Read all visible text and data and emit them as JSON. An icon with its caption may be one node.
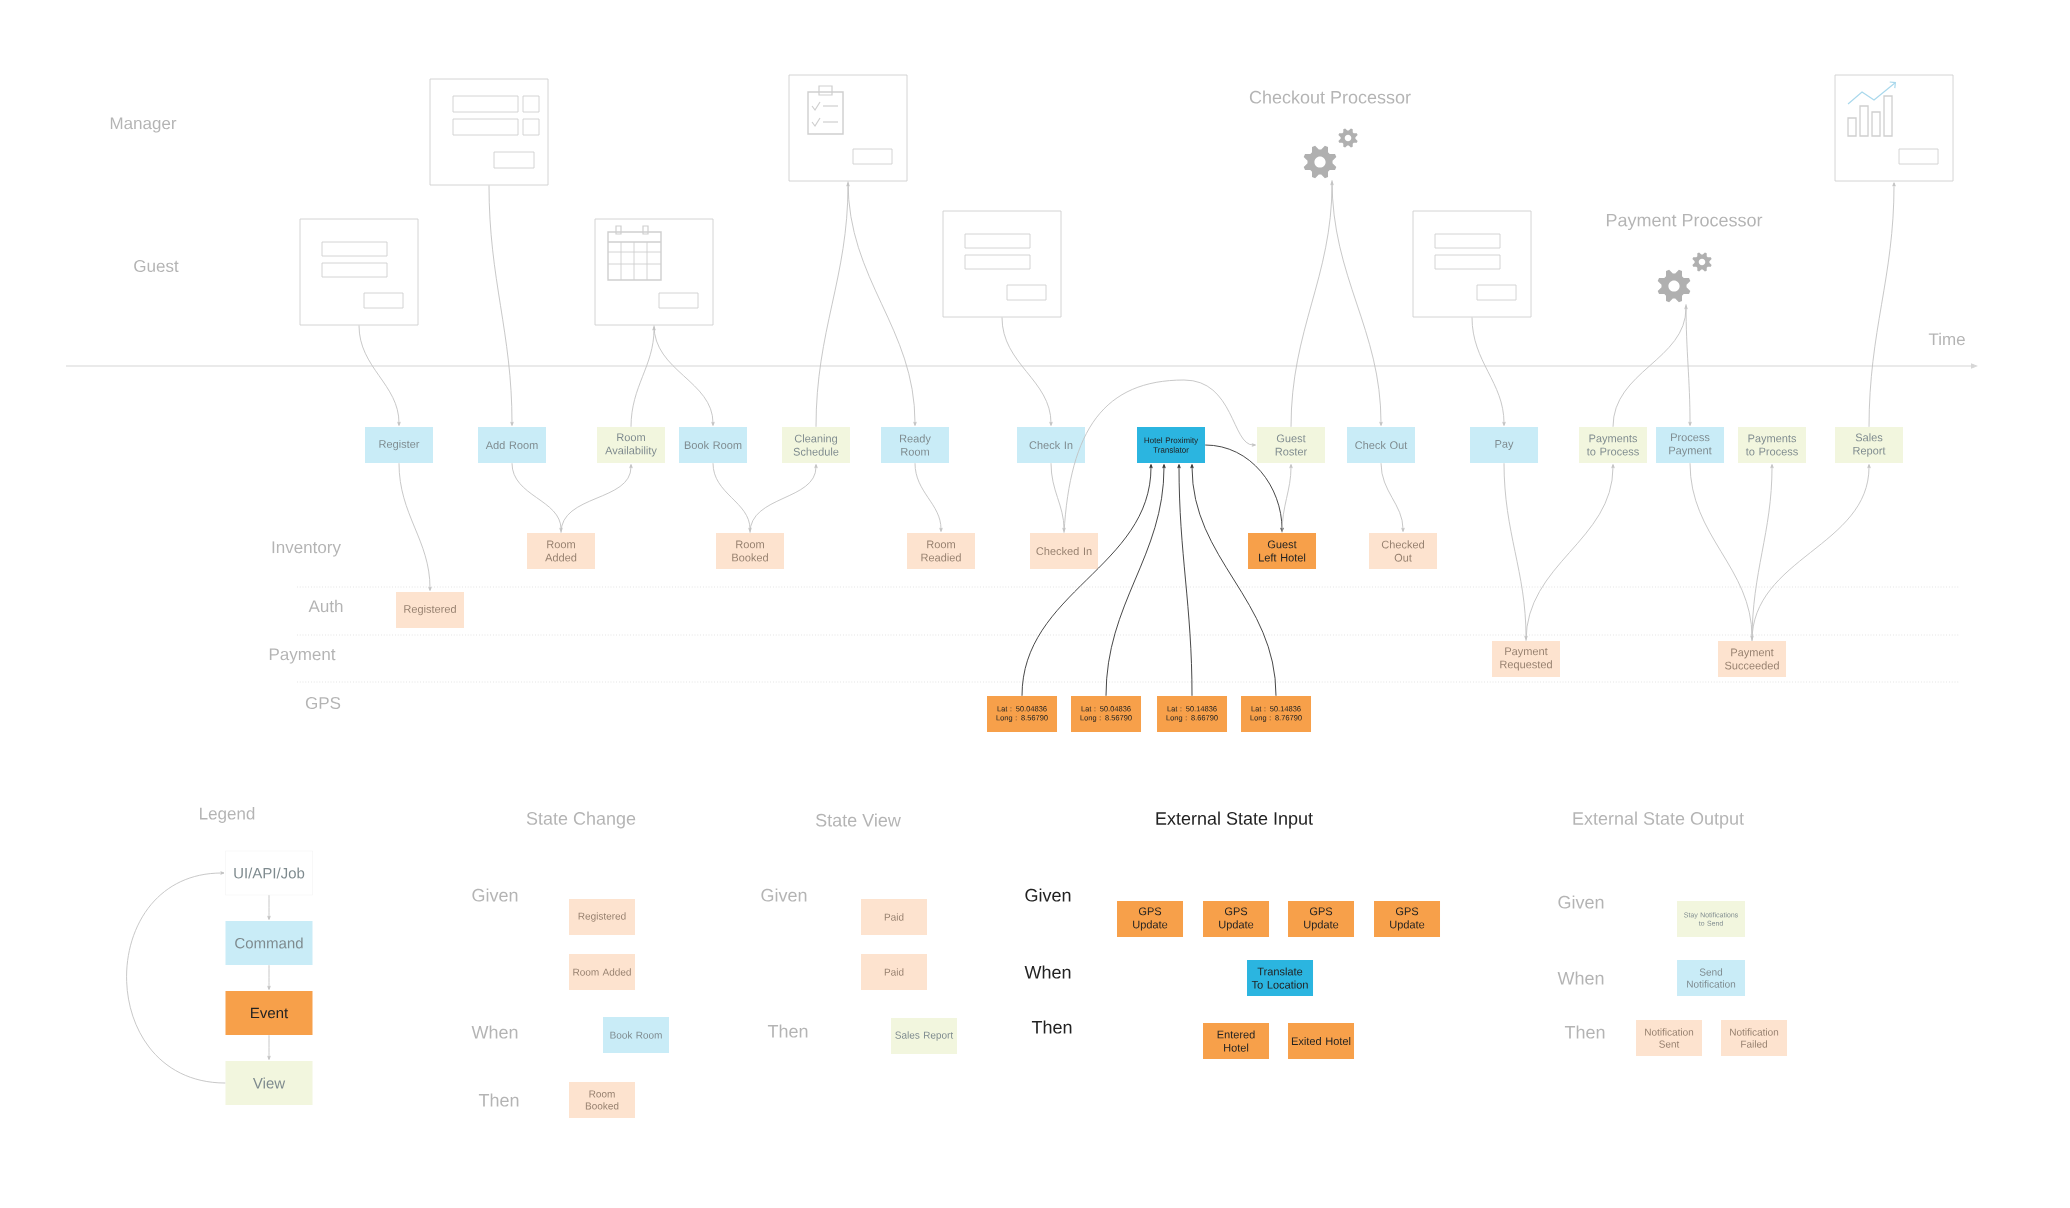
{
  "diagram": {
    "nodes": [
      {
        "text": [],
        "shape": "picture"
      },
      {
        "text": [],
        "shape": "picture"
      },
      {
        "text": [
          "Checkout Processor"
        ]
      },
      {
        "text": [],
        "shape": "picture"
      },
      {
        "text": [],
        "shape": "picture"
      },
      {
        "text": [],
        "shape": "picture"
      },
      {
        "text": [],
        "shape": "picture"
      },
      {
        "text": [],
        "shape": "picture"
      },
      {
        "text": [
          "Payment Processor"
        ]
      },
      {
        "text": [
          "Register"
        ]
      },
      {
        "text": [
          "Add Room"
        ]
      },
      {
        "text": [
          "Room Availability"
        ]
      },
      {
        "text": [
          "Book Room"
        ]
      },
      {
        "text": [
          "Cleaning Schedule"
        ]
      },
      {
        "text": [
          "Ready Room"
        ]
      },
      {
        "text": [
          "Check In"
        ]
      },
      {
        "text": [
          "Hotel Proximity Translator"
        ]
      },
      {
        "text": [
          "Guest Roster"
        ]
      },
      {
        "text": [
          "Check Out"
        ]
      },
      {
        "text": [
          "Pay"
        ]
      },
      {
        "text": [
          "Payments to Process"
        ]
      },
      {
        "text": [
          "Process Payment"
        ]
      },
      {
        "text": [
          "Payments to Process"
        ]
      },
      {
        "text": [
          "Sales Report"
        ]
      },
      {
        "text": [
          "Room Added"
        ]
      },
      {
        "text": [
          "Room Booked"
        ]
      },
      {
        "text": [
          "Room Readied"
        ]
      },
      {
        "text": [
          "Checked In"
        ]
      },
      {
        "text": [
          "Guest Left Hotel"
        ]
      },
      {
        "text": [
          "Checked Out"
        ]
      },
      {
        "text": [
          "Registered"
        ]
      },
      {
        "text": [
          "Payment Requested"
        ]
      },
      {
        "text": [
          "Payment Succeeded"
        ]
      },
      {
        "text": [
          "Lat : 50.04836 Long : 8.56790"
        ]
      },
      {
        "text": [
          "Lat : 50.04836 Long : 8.56790"
        ]
      },
      {
        "text": [
          "Lat : 50.14836 Long : 8.66790"
        ]
      },
      {
        "text": [
          "Lat : 50.14836 Long : 8.76790"
        ]
      },
      {
        "text": [
          "UI/API/Job"
        ]
      },
      {
        "text": [
          "Command"
        ]
      },
      {
        "text": [
          "Event"
        ]
      },
      {
        "text": [
          "View"
        ]
      },
      {
        "text": [
          "Registered"
        ]
      },
      {
        "text": [
          "Room Added"
        ]
      },
      {
        "text": [
          "Book Room"
        ]
      },
      {
        "text": [
          "Room Booked"
        ]
      },
      {
        "text": [
          "Paid"
        ]
      },
      {
        "text": [
          "Paid"
        ]
      },
      {
        "text": [
          "Sales Report"
        ]
      },
      {
        "text": [
          "GPS Update"
        ]
      },
      {
        "text": [
          "GPS Update"
        ]
      },
      {
        "text": [
          "GPS Update"
        ]
      },
      {
        "text": [
          "GPS Update"
        ]
      },
      {
        "text": [
          "Translate To Location"
        ]
      },
      {
        "text": [
          "Entered Hotel"
        ]
      },
      {
        "text": [
          "Exited Hotel"
        ]
      },
      {
        "text": [
          "Stay Notifications to Send"
        ]
      },
      {
        "text": [
          "Send Notification"
        ]
      },
      {
        "text": [
          "Notification Sent"
        ]
      },
      {
        "text": [
          "Notification Failed"
        ]
      }
    ],
    "edges": [
      {
        "from": 4,
        "to": 9,
        "arrow": "to"
      },
      {
        "from": 0,
        "to": 10,
        "arrow": "to"
      },
      {
        "from": 11,
        "to": 5,
        "arrow": "to"
      },
      {
        "from": 5,
        "to": 12,
        "arrow": "to"
      },
      {
        "from": 13,
        "to": 1,
        "arrow": "to"
      },
      {
        "from": 1,
        "to": 14,
        "arrow": "to"
      },
      {
        "from": 6,
        "to": 15,
        "arrow": "to"
      },
      {
        "from": 17,
        "to": 2,
        "arrow": "to"
      },
      {
        "from": 2,
        "to": 18,
        "arrow": "to"
      },
      {
        "from": 7,
        "to": 19,
        "arrow": "to"
      },
      {
        "from": 20,
        "to": 8,
        "arrow": "to"
      },
      {
        "from": 8,
        "to": 21,
        "arrow": "to"
      },
      {
        "from": 23,
        "to": 3,
        "arrow": "to"
      },
      {
        "from": 9,
        "to": 30,
        "arrow": "to"
      },
      {
        "from": 10,
        "to": 24,
        "arrow": "to"
      },
      {
        "from": 24,
        "to": 11,
        "arrow": "to"
      },
      {
        "from": 12,
        "to": 25,
        "arrow": "to"
      },
      {
        "from": 25,
        "to": 13,
        "arrow": "to"
      },
      {
        "from": 14,
        "to": 26,
        "arrow": "to"
      },
      {
        "from": 15,
        "to": 27,
        "arrow": "to"
      },
      {
        "from": 27,
        "to": 17,
        "arrow": "to"
      },
      {
        "from": 16,
        "to": 28,
        "arrow": "to",
        "color": "#333333"
      },
      {
        "from": 28,
        "to": 17,
        "arrow": "to"
      },
      {
        "from": 18,
        "to": 29,
        "arrow": "to"
      },
      {
        "from": 19,
        "to": 31,
        "arrow": "to"
      },
      {
        "from": 31,
        "to": 20,
        "arrow": "to"
      },
      {
        "from": 21,
        "to": 32,
        "arrow": "to"
      },
      {
        "from": 32,
        "to": 22,
        "arrow": "to"
      },
      {
        "from": 32,
        "to": 23,
        "arrow": "to"
      },
      {
        "from": 33,
        "to": 16,
        "arrow": "to",
        "color": "#333333"
      },
      {
        "from": 34,
        "to": 16,
        "arrow": "to",
        "color": "#333333"
      },
      {
        "from": 35,
        "to": 16,
        "arrow": "to",
        "color": "#333333"
      },
      {
        "from": 36,
        "to": 16,
        "arrow": "to",
        "color": "#333333"
      },
      {
        "from": 37,
        "to": 38,
        "arrow": "to"
      },
      {
        "from": 38,
        "to": 39,
        "arrow": "to"
      },
      {
        "from": 39,
        "to": 40,
        "arrow": "to"
      },
      {
        "from": 40,
        "to": 37,
        "arrow": "to"
      }
    ],
    "labels": [
      "Manager",
      "Guest",
      "Time",
      "Inventory",
      "Auth",
      "Payment",
      "GPS",
      "Legend",
      "State Change",
      "State View",
      "External State Input",
      "External State Output",
      "Given",
      "When",
      "Then",
      "Given",
      "Then",
      "Given",
      "When",
      "Then",
      "Given",
      "When",
      "Then"
    ]
  }
}
